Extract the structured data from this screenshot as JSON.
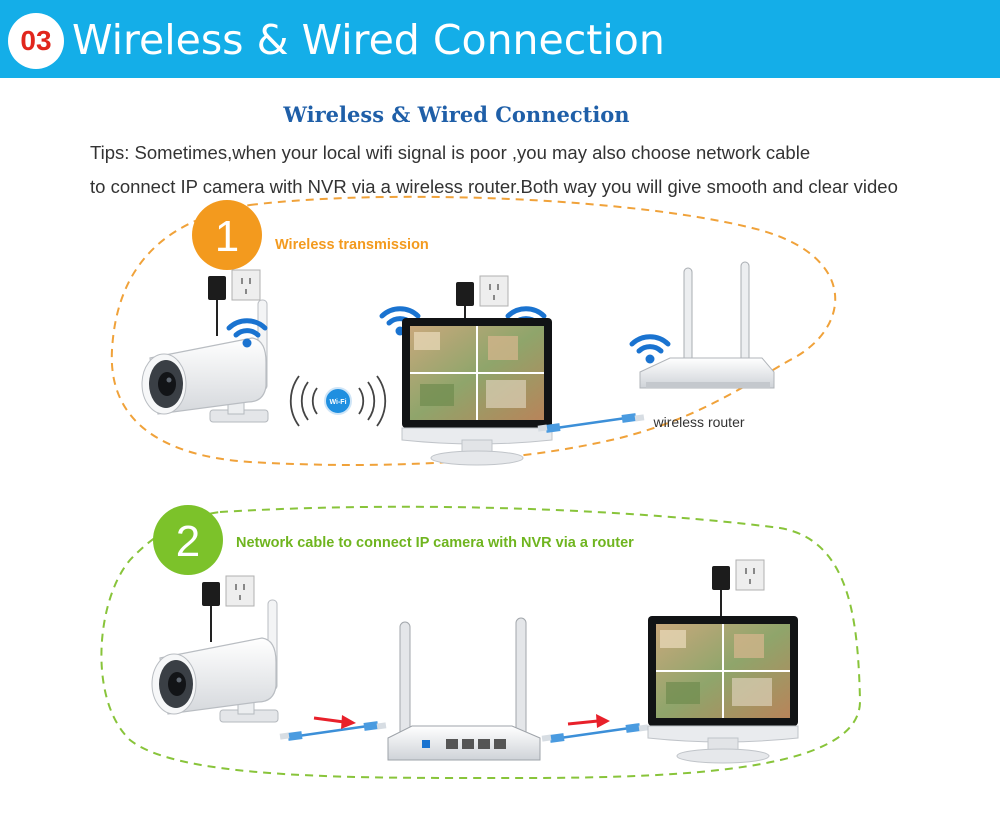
{
  "banner": {
    "number": "03",
    "title": "Wireless & Wired Connection",
    "color": "#14aee8"
  },
  "heading": "Wireless & Wired Connection",
  "tips": {
    "line1": "Tips: Sometimes,when your local wifi signal is poor ,you may also choose network cable",
    "line2": "to connect IP camera  with NVR via a wireless router.Both way you will give smooth and clear video"
  },
  "section1": {
    "number": "1",
    "label": "Wireless transmission",
    "accent": "#f39a1e",
    "wifi_badge": "Wi-Fi",
    "router_caption": "wireless router",
    "icons": [
      "power-adapter-icon",
      "wall-socket-icon",
      "wifi-icon",
      "ip-camera-icon",
      "nvr-monitor-icon",
      "network-cable-icon",
      "router-icon"
    ]
  },
  "section2": {
    "number": "2",
    "label": "Network cable to connect IP camera with NVR via a router",
    "accent": "#7cc22a",
    "arrow_color": "#e8202a",
    "icons": [
      "power-adapter-icon",
      "wall-socket-icon",
      "ip-camera-icon",
      "network-cable-icon",
      "router-icon",
      "nvr-monitor-icon",
      "arrow-right-icon"
    ]
  }
}
